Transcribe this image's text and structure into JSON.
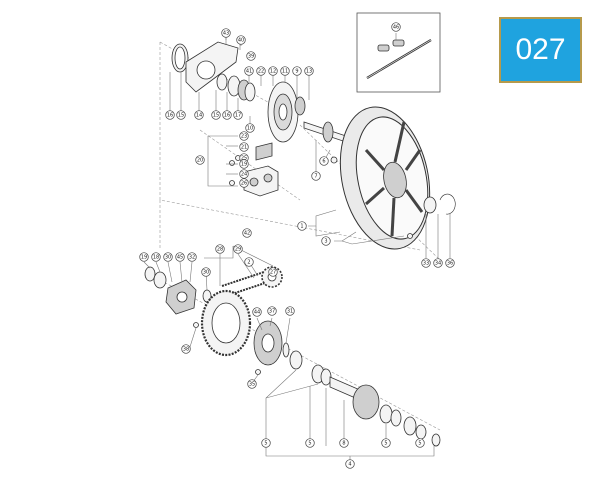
{
  "page_label": "027",
  "callouts": [
    {
      "id": "c43",
      "label": "43"
    },
    {
      "id": "c40",
      "label": "40"
    },
    {
      "id": "c39",
      "label": "39"
    },
    {
      "id": "c16a",
      "label": "16"
    },
    {
      "id": "c15a",
      "label": "15"
    },
    {
      "id": "c14",
      "label": "14"
    },
    {
      "id": "c15b",
      "label": "15"
    },
    {
      "id": "c16b",
      "label": "16"
    },
    {
      "id": "c17",
      "label": "17"
    },
    {
      "id": "c41",
      "label": "41"
    },
    {
      "id": "c22",
      "label": "22"
    },
    {
      "id": "c12",
      "label": "12"
    },
    {
      "id": "c11",
      "label": "11"
    },
    {
      "id": "c9",
      "label": "9"
    },
    {
      "id": "c13",
      "label": "13"
    },
    {
      "id": "c10",
      "label": "10"
    },
    {
      "id": "c6",
      "label": "6"
    },
    {
      "id": "c7",
      "label": "7"
    },
    {
      "id": "c23",
      "label": "23"
    },
    {
      "id": "c21",
      "label": "21"
    },
    {
      "id": "c20",
      "label": "20"
    },
    {
      "id": "c25",
      "label": "25"
    },
    {
      "id": "c19a",
      "label": "19"
    },
    {
      "id": "c24",
      "label": "24"
    },
    {
      "id": "c26",
      "label": "26"
    },
    {
      "id": "c46",
      "label": "46"
    },
    {
      "id": "c1",
      "label": "1"
    },
    {
      "id": "c3",
      "label": "3"
    },
    {
      "id": "c33",
      "label": "33"
    },
    {
      "id": "c34",
      "label": "34"
    },
    {
      "id": "c36",
      "label": "36"
    },
    {
      "id": "c42",
      "label": "42"
    },
    {
      "id": "c28",
      "label": "28"
    },
    {
      "id": "c29",
      "label": "29"
    },
    {
      "id": "c19b",
      "label": "19"
    },
    {
      "id": "c18",
      "label": "18"
    },
    {
      "id": "c30a",
      "label": "30"
    },
    {
      "id": "c45",
      "label": "45"
    },
    {
      "id": "c32",
      "label": "32"
    },
    {
      "id": "c30b",
      "label": "30"
    },
    {
      "id": "c2",
      "label": "2"
    },
    {
      "id": "c27",
      "label": "27"
    },
    {
      "id": "c44",
      "label": "44"
    },
    {
      "id": "c37",
      "label": "37"
    },
    {
      "id": "c31",
      "label": "31"
    },
    {
      "id": "c38",
      "label": "38"
    },
    {
      "id": "c35",
      "label": "35"
    },
    {
      "id": "c5a",
      "label": "5"
    },
    {
      "id": "c5b",
      "label": "5"
    },
    {
      "id": "c8",
      "label": "8"
    },
    {
      "id": "c5c",
      "label": "5"
    },
    {
      "id": "c5d",
      "label": "5"
    },
    {
      "id": "c4",
      "label": "4"
    }
  ]
}
